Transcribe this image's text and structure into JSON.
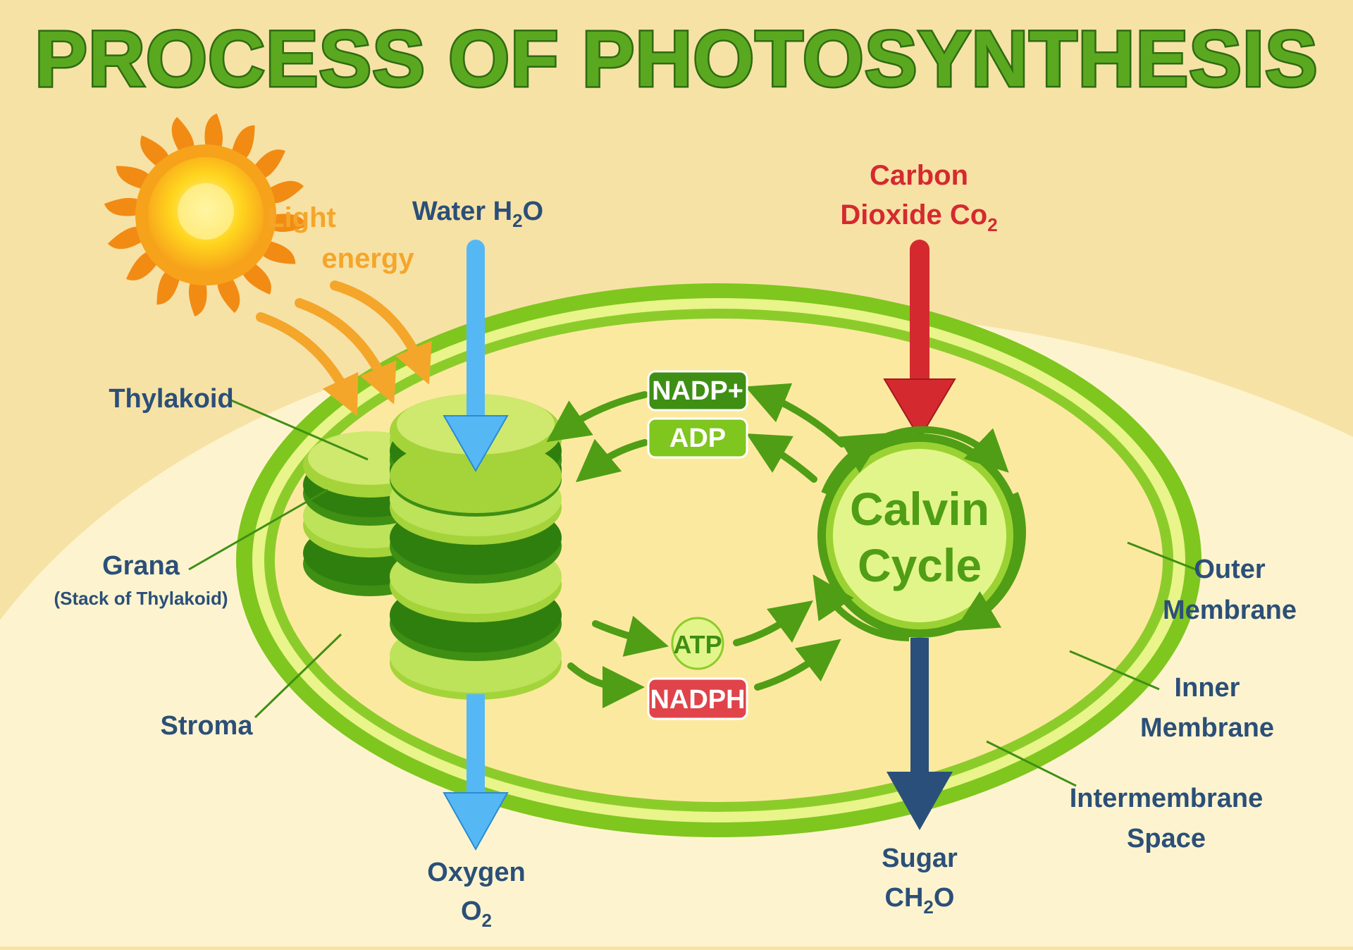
{
  "title": "PROCESS OF PHOTOSYNTHESIS",
  "inputs": {
    "light_line1": "Light",
    "light_line2": "energy",
    "water": "Water H",
    "water_sub": "2",
    "water_tail": "O",
    "co2_line1": "Carbon",
    "co2_line2": "Dioxide  Co",
    "co2_sub": "2"
  },
  "outputs": {
    "oxygen_line1": "Oxygen",
    "oxygen_line2": "O",
    "oxygen_sub": "2",
    "sugar_line1": "Sugar",
    "sugar_line2": "CH",
    "sugar_sub": "2",
    "sugar_tail": "O"
  },
  "labels": {
    "thylakoid": "Thylakoid",
    "grana": "Grana",
    "grana_sub": "(Stack of Thylakoid)",
    "stroma": "Stroma",
    "outer1": "Outer",
    "outer2": "Membrane",
    "inner1": "Inner",
    "inner2": "Membrane",
    "inter1": "Intermembrane",
    "inter2": "Space"
  },
  "molecules": {
    "nadp": "NADP+",
    "adp": "ADP",
    "atp": "ATP",
    "nadph": "NADPH"
  },
  "calvin": {
    "line1": "Calvin",
    "line2": "Cycle"
  },
  "colors": {
    "background": "#f7e2a6",
    "chloroplast_outer": "#7fc61e",
    "stroma_fill": "#fce9a0",
    "water_arrow": "#55b8f5",
    "co2_arrow": "#d42a2f",
    "sugar_arrow": "#2a4f7a",
    "light_arrow": "#f4a62b",
    "label_text": "#2b4f78",
    "title_green": "#5aa81f"
  }
}
